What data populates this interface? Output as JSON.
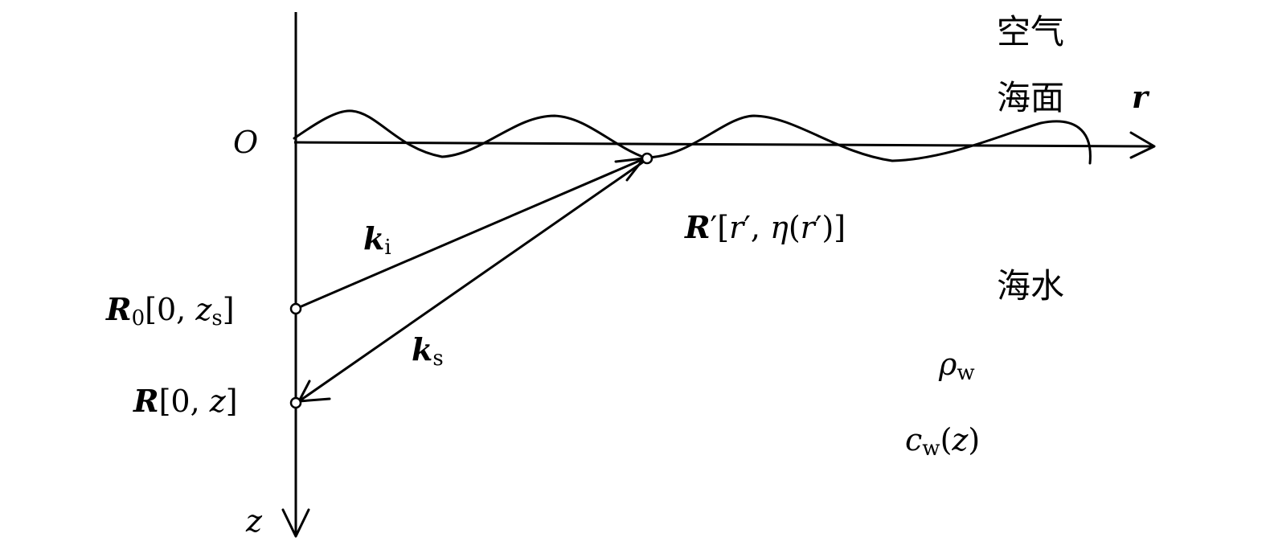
{
  "colors": {
    "ink": "#000000",
    "background": "#ffffff"
  },
  "labels": {
    "air": "空气",
    "sea_surface": "海面",
    "seawater": "海水",
    "origin": "O",
    "r_axis": "r",
    "z_axis": "z",
    "k_incident": {
      "symbol": "k",
      "sub": "i"
    },
    "k_scattered": {
      "symbol": "k",
      "sub": "s"
    },
    "source_point": {
      "symbol": "R",
      "sub": "0",
      "coords": "[0, ",
      "coord_var": "z",
      "coord_sub": "s",
      "close": "]"
    },
    "receiver_point": {
      "symbol": "R",
      "coords": "[0, ",
      "coord_var": "z",
      "close": "]"
    },
    "surface_point": {
      "symbol": "R",
      "prime": "′",
      "open": "[",
      "var1": "r",
      "prime1": "′",
      "sep": ", ",
      "func": "η",
      "paren_open": "(",
      "var2": "r",
      "prime2": "′",
      "paren_close": ")",
      "close": "]"
    },
    "density": {
      "symbol": "ρ",
      "sub": "w"
    },
    "sound_speed": {
      "symbol": "c",
      "sub": "w",
      "open": "(",
      "var": "z",
      "close": ")"
    }
  }
}
